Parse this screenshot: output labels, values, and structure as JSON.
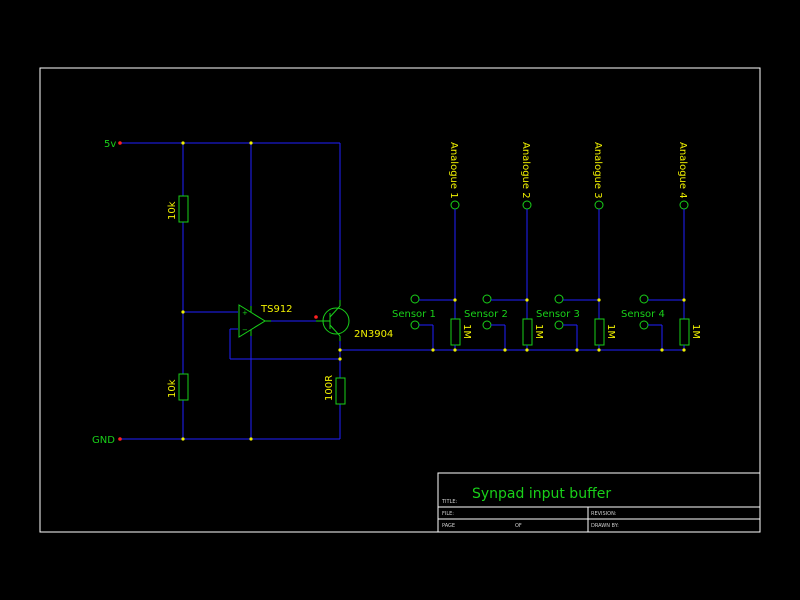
{
  "rails": {
    "supply": "5v",
    "ground": "GND"
  },
  "components": {
    "r_top": "10k",
    "r_bottom": "10k",
    "opamp": "TS912",
    "transistor": "2N3904",
    "r_emitter": "100R",
    "r_pulldown": [
      "1M",
      "1M",
      "1M",
      "1M"
    ]
  },
  "sensors": [
    "Sensor 1",
    "Sensor 2",
    "Sensor 3",
    "Sensor 4"
  ],
  "outputs": [
    "Analogue 1",
    "Analogue 2",
    "Analogue 3",
    "Analogue 4"
  ],
  "title_block": {
    "title_caption": "TITLE:",
    "title": "Synpad input buffer",
    "file_caption": "FILE:",
    "revision_caption": "REVISION:",
    "page_caption": "PAGE",
    "of_caption": "OF",
    "drawn_by_caption": "DRAWN BY:"
  },
  "colors": {
    "wire": "#2020ff",
    "component": "#19d019",
    "label": "#f0f000",
    "junction": "#f0f000",
    "frame": "#ffffff",
    "pin": "#ff2020"
  }
}
